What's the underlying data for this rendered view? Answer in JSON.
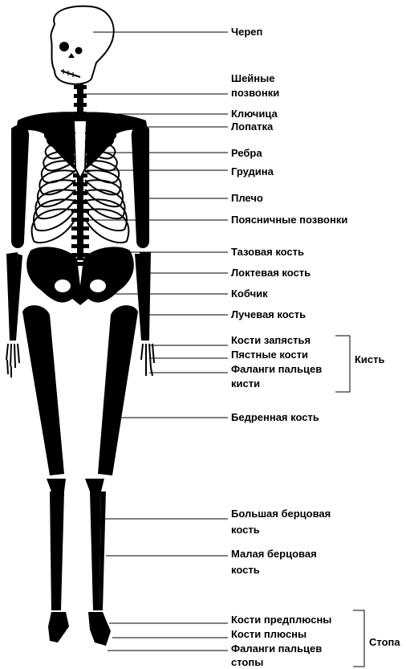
{
  "labels": {
    "skull": "Череп",
    "cervical_line1": "Шейные",
    "cervical_line2": "позвонки",
    "clavicle": "Ключица",
    "scapula": "Лопатка",
    "ribs": "Ребра",
    "sternum": "Грудина",
    "humerus": "Плечо",
    "lumbar": "Поясничные позвонки",
    "pelvis": "Тазовая кость",
    "ulna": "Локтевая кость",
    "coccyx": "Кобчик",
    "radius": "Лучевая кость",
    "carpals": "Кости запястья",
    "metacarpals": "Пястные кости",
    "hand_phalanges_line1": "Фаланги пальцев",
    "hand_phalanges_line2": "кисти",
    "femur": "Бедренная кость",
    "tibia_line1": "Большая берцовая",
    "tibia_line2": "кость",
    "fibula_line1": "Малая берцовая",
    "fibula_line2": "кость",
    "tarsals": "Кости предплюсны",
    "metatarsals": "Кости плюсны",
    "foot_phalanges_line1": "Фаланги пальцев",
    "foot_phalanges_line2": "стопы"
  },
  "groups": {
    "hand": "Кисть",
    "foot": "Стопа"
  },
  "colors": {
    "bone": "#000000",
    "background": "#ffffff"
  }
}
